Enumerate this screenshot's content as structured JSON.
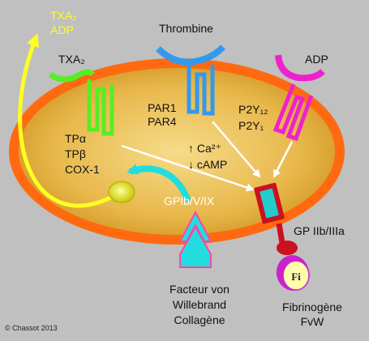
{
  "top_left_mediators": {
    "line1": "TXA₂",
    "line2": "ADP"
  },
  "receptors": {
    "txa2": "TXA₂",
    "thrombine": "Thrombine",
    "adp": "ADP"
  },
  "par": {
    "line1": "PAR1",
    "line2": "PAR4"
  },
  "p2y": {
    "line1": "P2Y₁₂",
    "line2": "P2Y₁"
  },
  "tp": {
    "line1": "TPα",
    "line2": "TPβ",
    "line3": "COX-1"
  },
  "second_messengers": {
    "line1": "↑ Ca²⁺",
    "line2": "↓ cAMP"
  },
  "gpib": "GPIb/V/IX",
  "gp2b3a": "GP IIb/IIIa",
  "fi_label": "Fi",
  "facteur": {
    "line1": "Facteur von",
    "line2": "Willebrand",
    "line3": "Collagène"
  },
  "fibrinogene": {
    "line1": "Fibrinogène",
    "line2": "FvW"
  },
  "credit": "© Chassot 2013",
  "colors": {
    "background": "#c0c0c0",
    "cell_rim": "#ff6a10",
    "cell_fill": "#e6b64e",
    "txa2_receptor": "#55ee22",
    "par_receptor": "#3399ee",
    "p2y_receptor": "#ee22cc",
    "gpib": "#22dddd",
    "gp2b3a": "#cc1020",
    "arrows": "#ffffff",
    "loop_arrow": "#ffff22"
  }
}
